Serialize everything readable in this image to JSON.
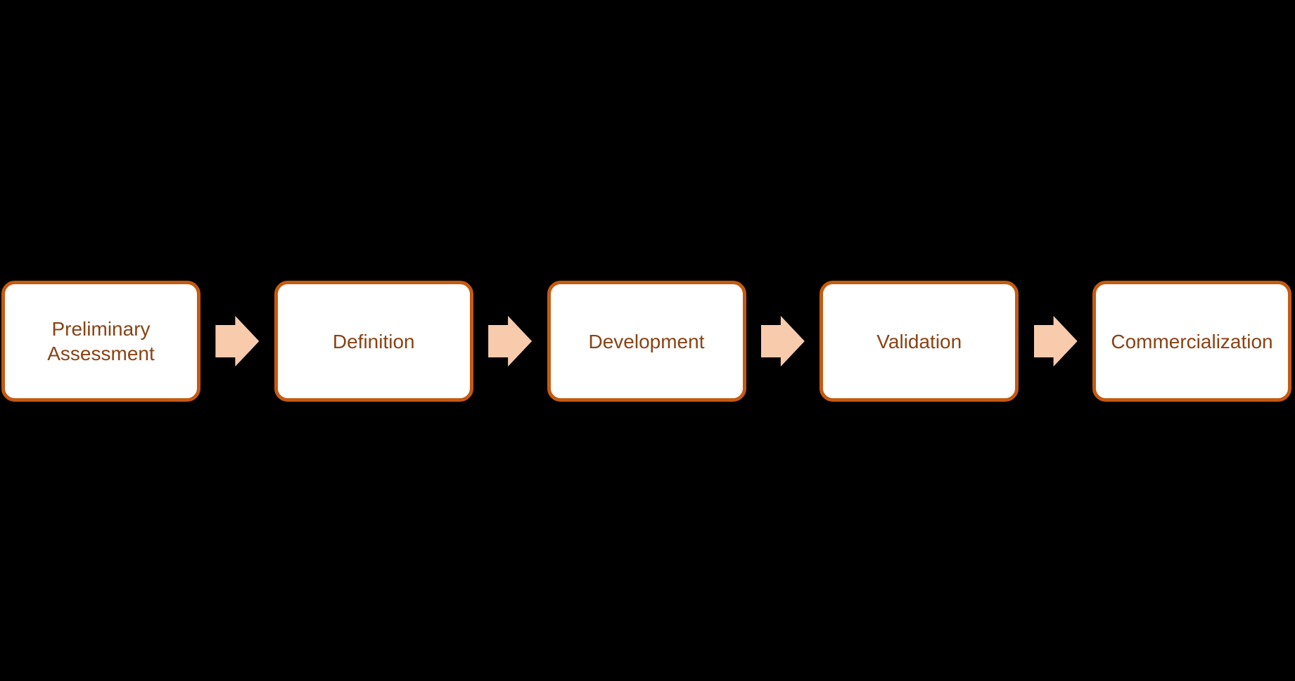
{
  "diagram": {
    "kind": "process-flow",
    "steps": [
      {
        "label": "Preliminary Assessment"
      },
      {
        "label": "Definition"
      },
      {
        "label": "Development"
      },
      {
        "label": "Validation"
      },
      {
        "label": "Commercialization"
      }
    ],
    "connector_shape": "right-block-arrow",
    "colors": {
      "background": "#000000",
      "box_fill": "#FFFFFF",
      "box_border": "#C55A11",
      "label_text": "#8A4315",
      "arrow_fill": "#F8CBAD"
    }
  }
}
